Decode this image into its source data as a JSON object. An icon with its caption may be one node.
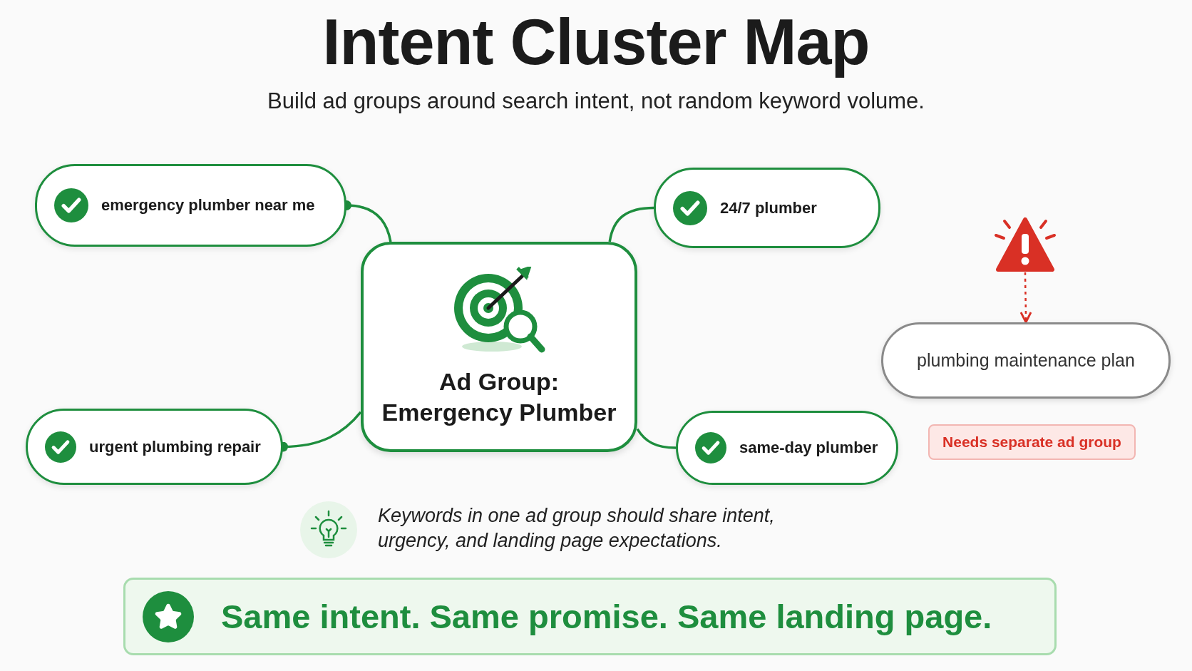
{
  "diagram": {
    "title": "Intent Cluster Map",
    "nodes": [
      {
        "text": [
          "Ad Group: Emergency Plumber"
        ]
      },
      {
        "text": [
          "emergency plumber near me"
        ]
      },
      {
        "text": [
          "24/7 plumber"
        ]
      },
      {
        "text": [
          "urgent plumbing repair"
        ]
      },
      {
        "text": [
          "same-day plumber"
        ]
      },
      {
        "text": [],
        "shape": "triangle"
      },
      {
        "text": [
          "plumbing maintenance plan"
        ]
      },
      {
        "text": [
          "Needs separate ad group"
        ]
      },
      {
        "text": [
          "Same intent. Same promise. Same landing page."
        ]
      }
    ],
    "edges": [
      {
        "from": 1,
        "to": 0,
        "arrow": "other"
      },
      {
        "from": 2,
        "to": 0,
        "arrow": "none"
      },
      {
        "from": 3,
        "to": 0,
        "arrow": "other"
      },
      {
        "from": 4,
        "to": 0,
        "arrow": "none"
      },
      {
        "from": 5,
        "to": 6,
        "arrow": "to",
        "style": "dashed",
        "color": "#d93025"
      }
    ],
    "labels": [
      "Build ad groups around search intent, not random keyword volume.",
      "Keywords in one ad group should share intent, urgency, and landing page expectations."
    ]
  }
}
